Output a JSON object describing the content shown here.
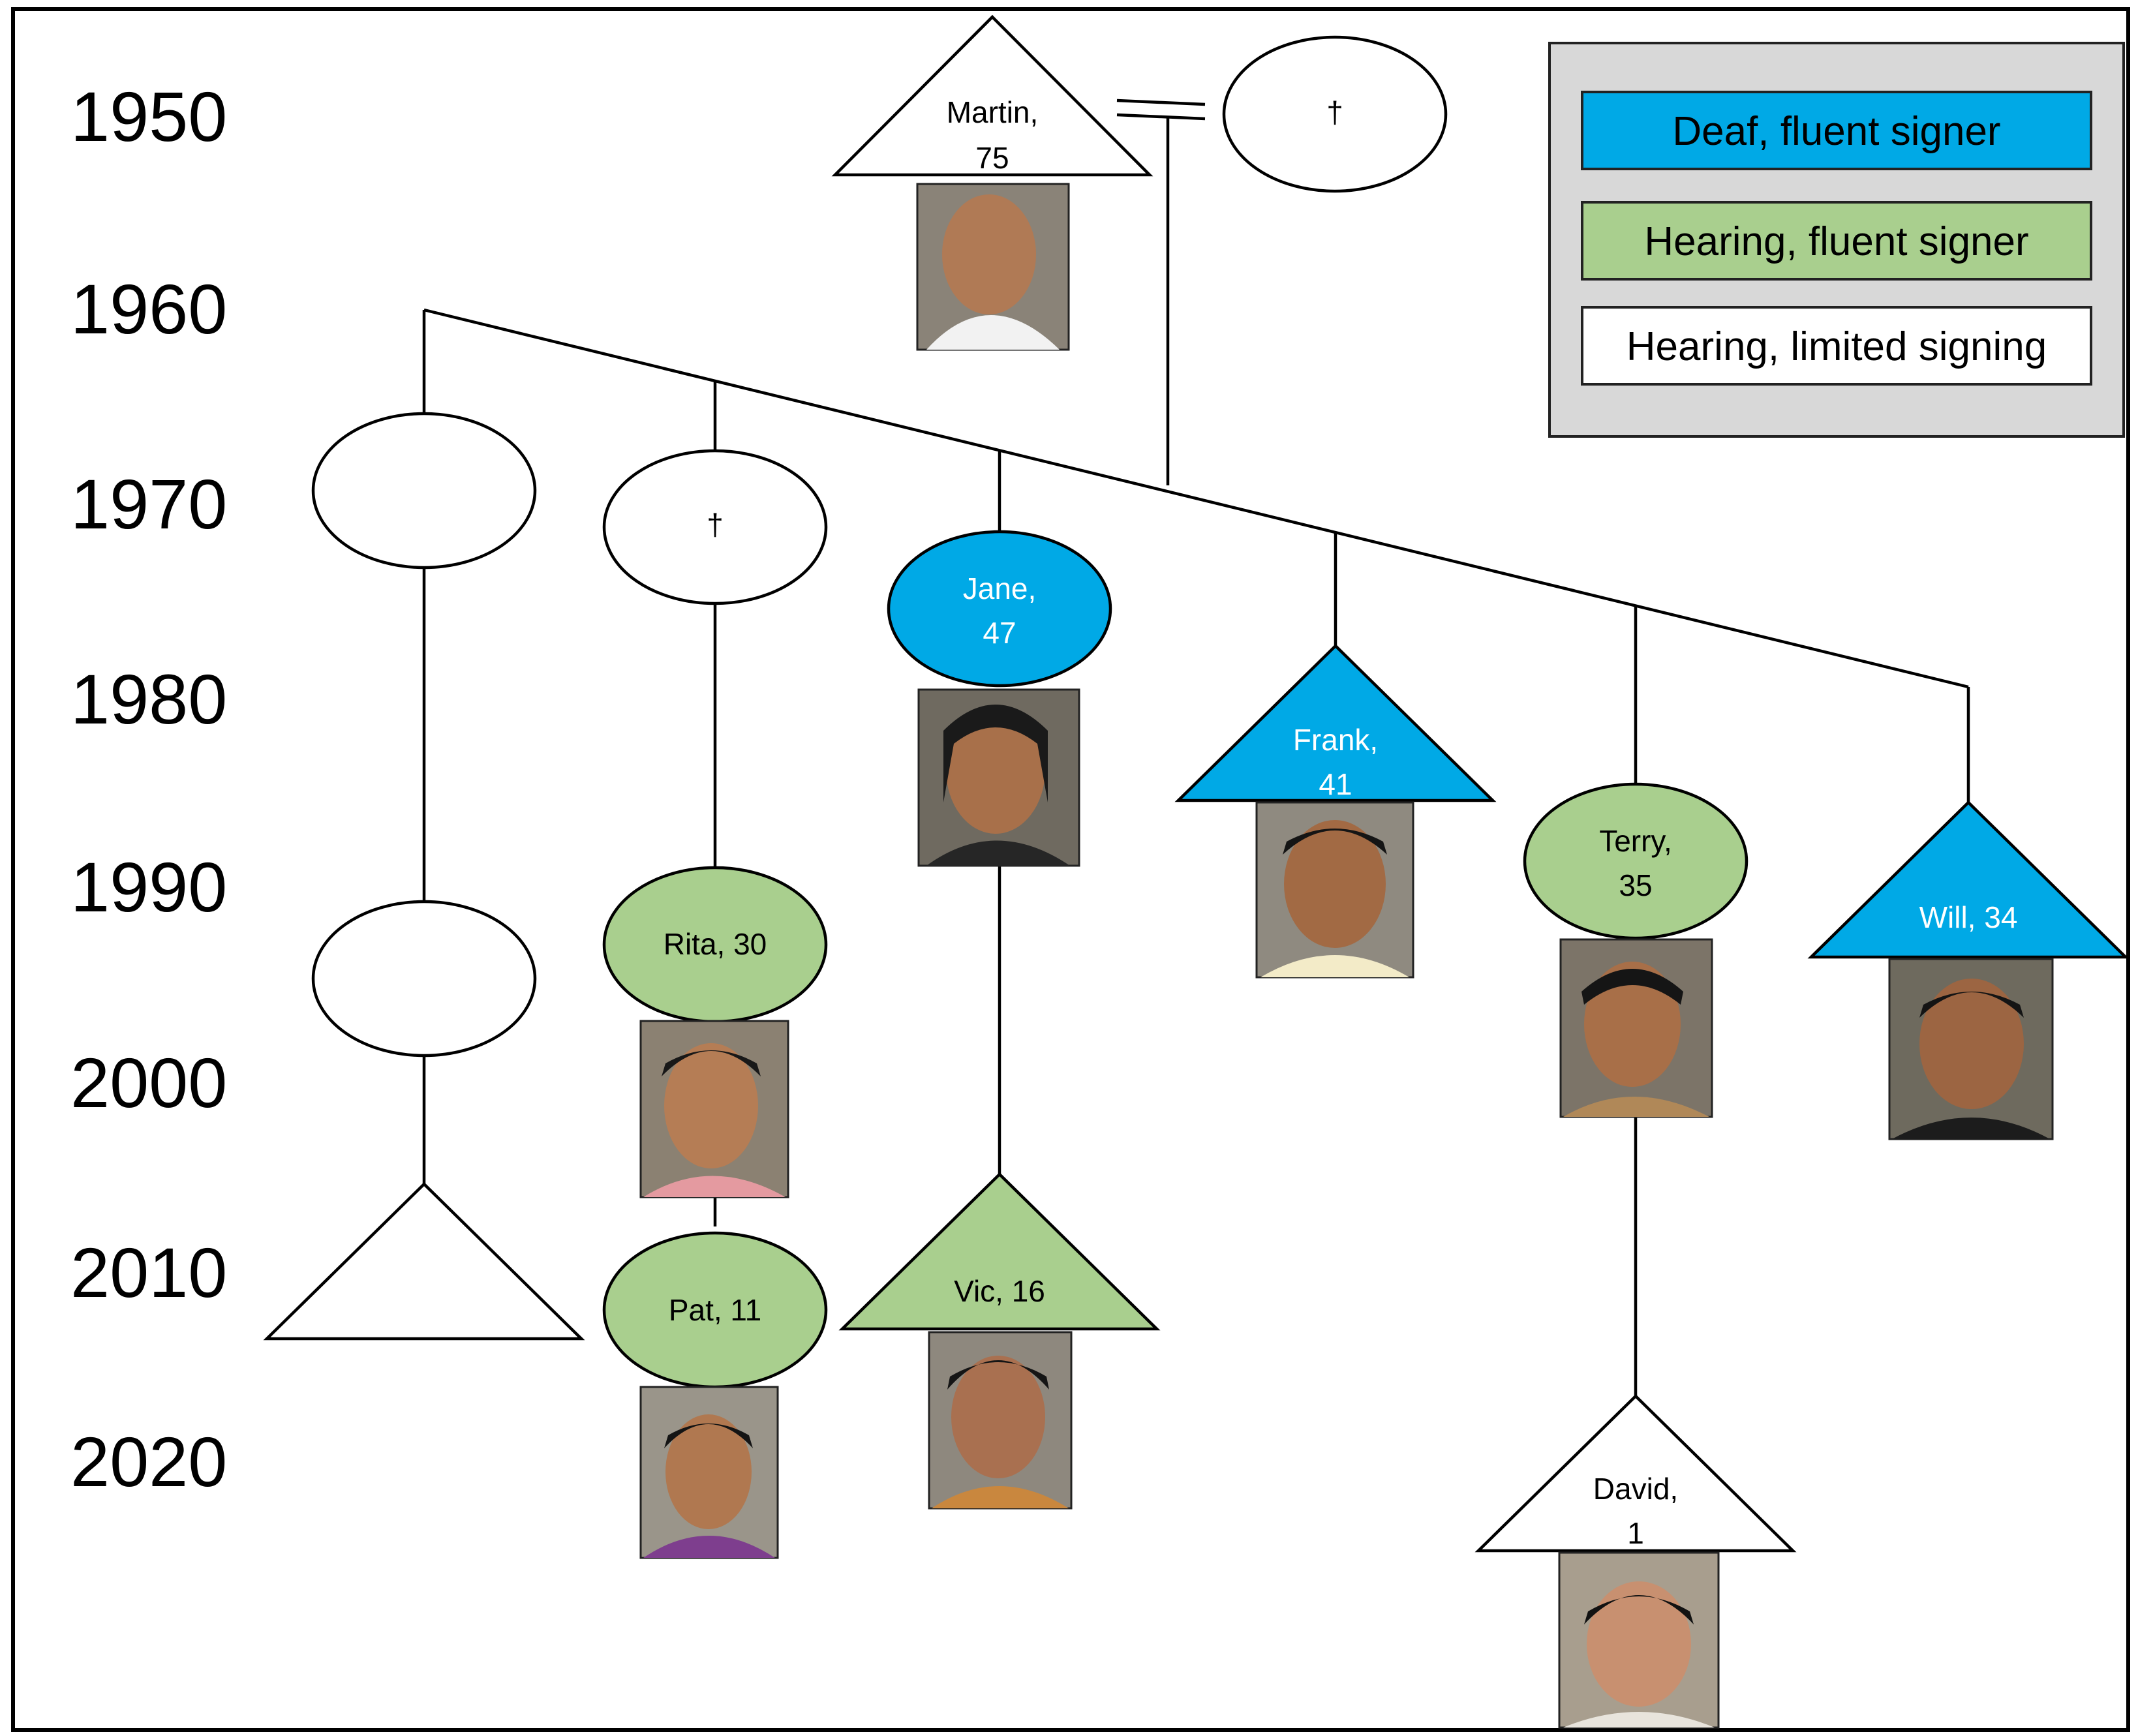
{
  "years": [
    "1950",
    "1960",
    "1970",
    "1980",
    "1990",
    "2000",
    "2010",
    "2020"
  ],
  "colors": {
    "deaf_fluent": "#00A9E6",
    "hearing_fluent": "#A9CF8E",
    "hearing_limited": "#FFFFFF",
    "legend_bg": "#D8D8D8"
  },
  "legend": {
    "deaf_fluent": "Deaf, fluent signer",
    "hearing_fluent": "Hearing, fluent signer",
    "hearing_limited": "Hearing, limited signing"
  },
  "people": {
    "martin": {
      "line1": "Martin,",
      "line2": "75"
    },
    "spouse": {
      "mark": "†"
    },
    "child2": {
      "mark": "†"
    },
    "jane": {
      "line1": "Jane,",
      "line2": "47"
    },
    "frank": {
      "line1": "Frank,",
      "line2": "41"
    },
    "terry": {
      "line1": "Terry,",
      "line2": "35"
    },
    "will": {
      "label": "Will, 34"
    },
    "rita": {
      "label": "Rita, 30"
    },
    "pat": {
      "label": "Pat, 11"
    },
    "vic": {
      "label": "Vic, 16"
    },
    "david": {
      "line1": "David,",
      "line2": "1"
    }
  }
}
